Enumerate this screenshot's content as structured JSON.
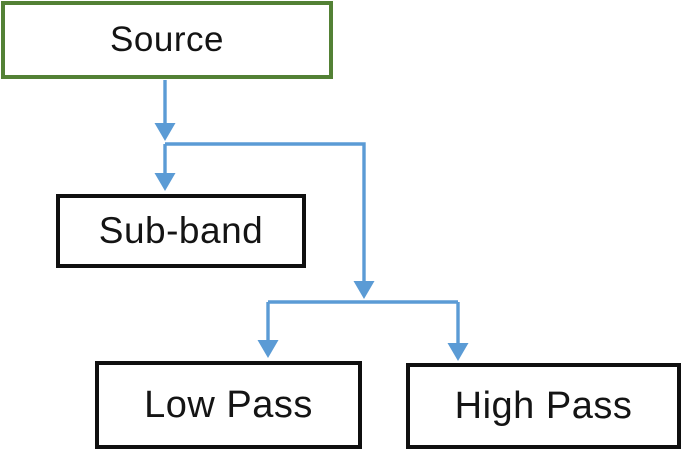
{
  "figure": {
    "type": "flowchart",
    "background_color": "#ffffff",
    "arrow_color": "#5b9bd5",
    "nodes": [
      {
        "id": "source",
        "label": "Source",
        "border_color": "#538135",
        "text_color": "#141414"
      },
      {
        "id": "sub-band",
        "label": "Sub-band",
        "border_color": "#0f0f0f",
        "text_color": "#141414"
      },
      {
        "id": "low-pass",
        "label": "Low Pass",
        "border_color": "#0f0f0f",
        "text_color": "#141414"
      },
      {
        "id": "high-pass",
        "label": "High Pass",
        "border_color": "#0f0f0f",
        "text_color": "#141414"
      }
    ],
    "edges": [
      {
        "from": "Source",
        "to": "Sub-band"
      },
      {
        "from": "Source",
        "to": "Low Pass"
      },
      {
        "from": "Source",
        "to": "High Pass"
      }
    ]
  }
}
